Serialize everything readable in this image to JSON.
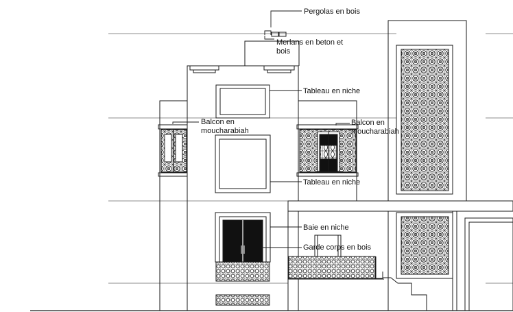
{
  "labels": {
    "pergolas": "Pergolas en bois",
    "merlons_line1": "Merlans en beton et",
    "merlons_line2": "bois",
    "tableau_top": "Tableau en niche",
    "balcon_left_line1": "Balcon en",
    "balcon_left_line2": "moucharabiah",
    "balcon_right_line1": "Balcon en",
    "balcon_right_line2": "moucharabiah",
    "tableau_mid": "Tableau en niche",
    "baie": "Baie en niche",
    "garde_corps": "Garde corps en bois"
  },
  "colors": {
    "line": "#1a1a1a",
    "guide": "#666666",
    "fill_dark": "#111111",
    "background": "#ffffff"
  },
  "patterns": {
    "moucharabiah": "lattice-pattern",
    "window_grille": "grille-pattern"
  }
}
